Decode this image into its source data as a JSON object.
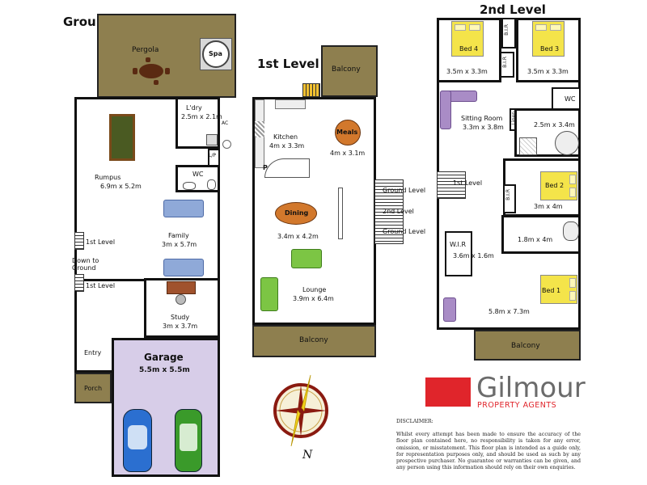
{
  "levels": {
    "ground": "Ground Level",
    "first": "1st Level",
    "second": "2nd Level"
  },
  "ground": {
    "pergola": "Pergola",
    "spa": "Spa",
    "laundry": "L'dry",
    "laundry_size": "2.5m x 2.1m",
    "ac": "AC",
    "wc": "WC",
    "lp": "L/P",
    "rumpus": "Rumpus",
    "rumpus_size": "6.9m x 5.2m",
    "family": "Family",
    "family_size": "3m x 5.7m",
    "stair_up": "1st Level",
    "down_to_ground": "Down to\nGround",
    "stair_up2": "1st Level",
    "study": "Study",
    "study_size": "3m x 3.7m",
    "entry": "Entry",
    "porch": "Porch",
    "garage": "Garage",
    "garage_size": "5.5m x 5.5m"
  },
  "first": {
    "balcony_top": "Balcony",
    "kitchen": "Kitchen",
    "kitchen_size": "4m x 3.3m",
    "pantry": "P",
    "meals": "Meals",
    "meals_size": "4m x 3.1m",
    "dining": "Dining",
    "dining_size": "3.4m x 4.2m",
    "lounge": "Lounge",
    "lounge_size": "3.9m x 6.4m",
    "balcony_bottom": "Balcony",
    "stair_ground": "Ground Level",
    "stair_second": "2nd Level",
    "stair_ground2": "Ground Level"
  },
  "second": {
    "bed4": "Bed 4",
    "bed4_size": "3.5m x 3.3m",
    "bir1": "B.I.R",
    "bir2": "B.I.R",
    "bed3": "Bed 3",
    "bed3_size": "3.5m x 3.3m",
    "wc": "WC",
    "sitting": "Sitting Room",
    "sitting_size": "3.3m x 3.8m",
    "linen": "Linen",
    "bath_size": "2.5m x 3.4m",
    "stair_first": "1st Level",
    "bir3": "B.I.R",
    "bed2": "Bed 2",
    "bed2_size": "3m x 4m",
    "wir": "W.I.R",
    "wir_size": "3.6m x 1.6m",
    "ensuite_size": "1.8m x 4m",
    "bed1": "Bed 1",
    "bed1_size": "5.8m x 7.3m",
    "balcony": "Balcony"
  },
  "compass": {
    "north": "N"
  },
  "brand": {
    "name": "Gilmour",
    "tagline": "PROPERTY AGENTS",
    "red": "#e0252b",
    "grey": "#6b6b6b"
  },
  "disclaimer": {
    "heading": "DISCLAIMER:",
    "body": "Whilst every attempt has been made to ensure the accuracy of the floor plan contained here, no responsibility is taken for any error, omission, or misstatement. This floor plan is intended as a guide only, for representation purposes only, and should be used as such by any prospective purchaser. No guarantee or warranties can be given, and any person using this information should rely on their own enquiries."
  },
  "colors": {
    "deck": "#8e7f4f",
    "garage": "#d7cde8",
    "bed": "#f4e44a",
    "sofa_blue": "#8fa9d8",
    "sofa_green": "#7cc544",
    "sofa_purple": "#a98cc6",
    "table_brown": "#a0522d",
    "car_blue": "#2b6fd0",
    "car_green": "#3a9a2a"
  }
}
